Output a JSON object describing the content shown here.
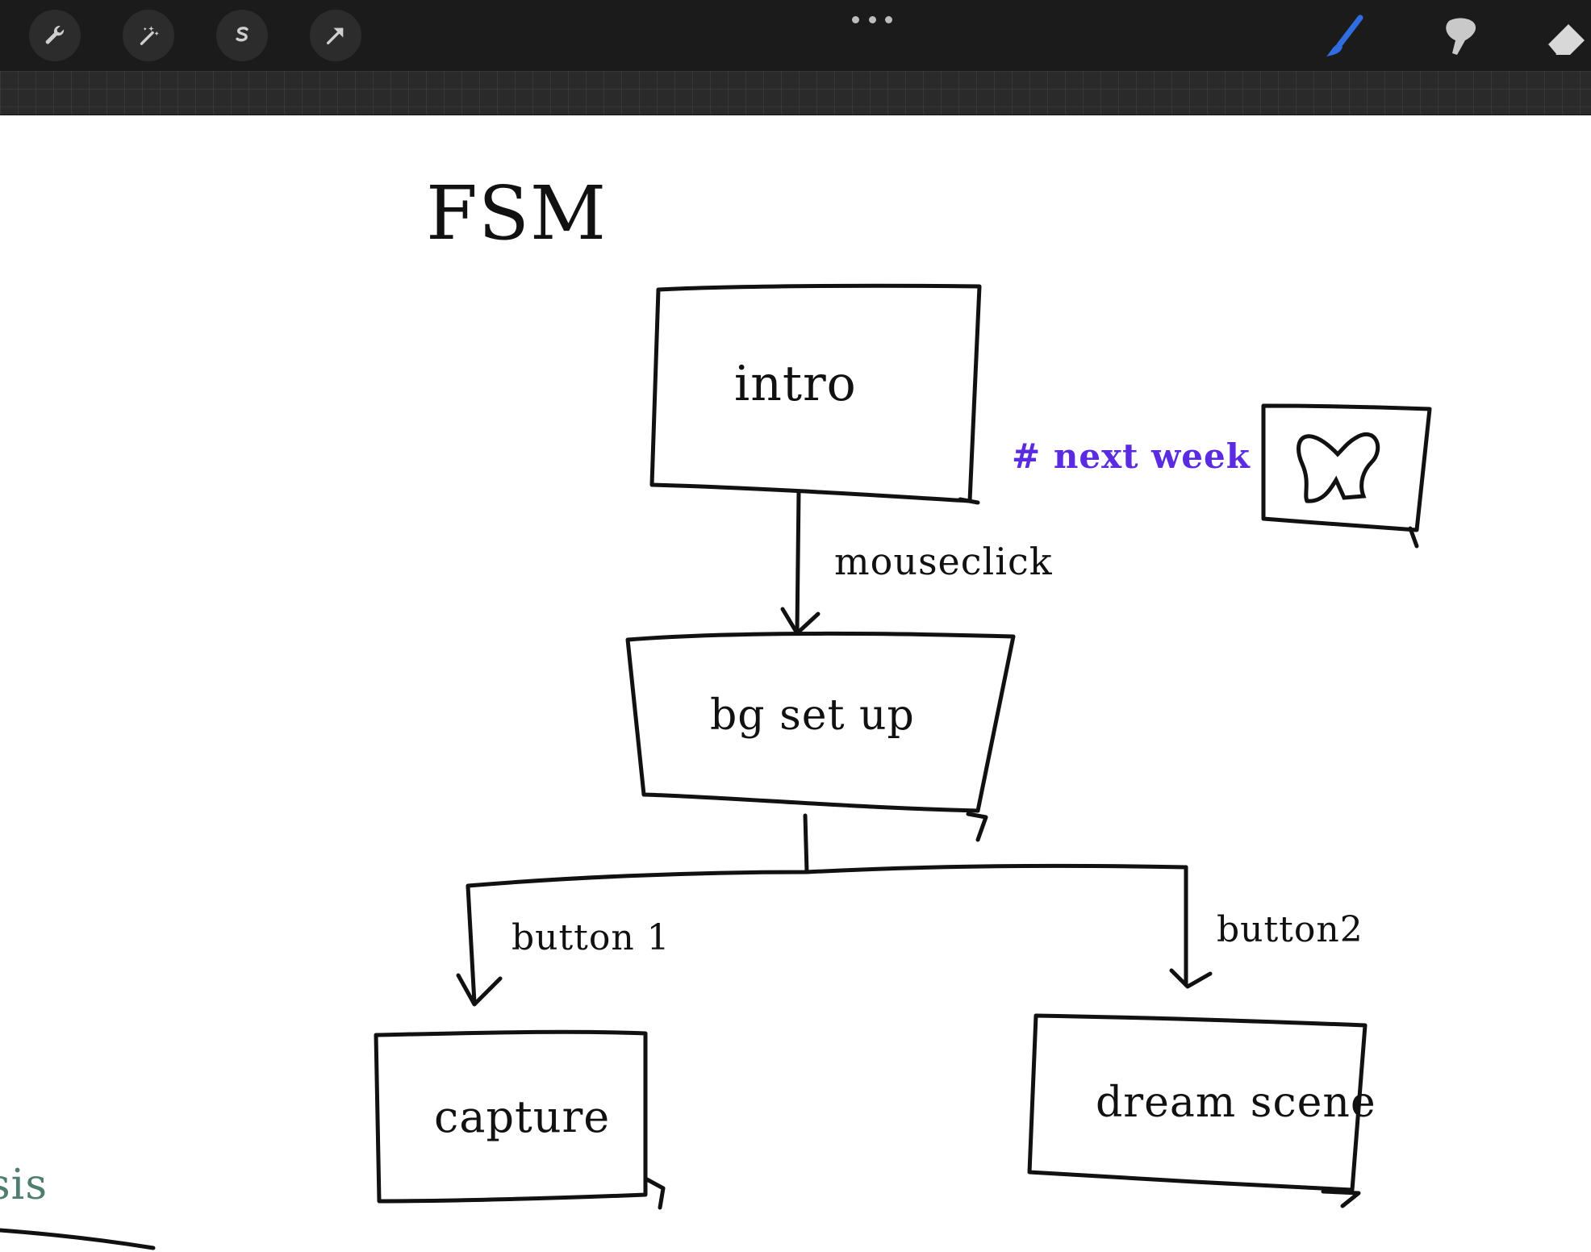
{
  "toolbar": {
    "left_tools": [
      {
        "name": "actions",
        "icon": "wrench-icon"
      },
      {
        "name": "adjustments",
        "icon": "magic-wand-icon"
      },
      {
        "name": "selection",
        "icon": "selection-s-icon"
      },
      {
        "name": "transform",
        "icon": "arrow-cursor-icon"
      }
    ],
    "more_icon": "more-dots-icon",
    "right_tools": [
      {
        "name": "brush",
        "icon": "brush-icon",
        "active": true
      },
      {
        "name": "smudge",
        "icon": "smudge-icon",
        "active": false
      },
      {
        "name": "eraser",
        "icon": "eraser-icon",
        "active": false
      }
    ],
    "accent_color": "#2f6de1"
  },
  "canvas": {
    "title": "FSM",
    "nodes": {
      "intro": "intro",
      "bg_setup": "bg set up",
      "capture": "capture",
      "dream_scene": "dream scene"
    },
    "edges": {
      "intro_to_bg": "mouseclick",
      "bg_to_capture": "button 1",
      "bg_to_dream": "button2"
    },
    "note": "# next week",
    "note_color": "#5a2be0",
    "side_sketch_icon": "bow-icon",
    "partial_text": "sis",
    "partial_text_color": "#4f7d6f"
  }
}
